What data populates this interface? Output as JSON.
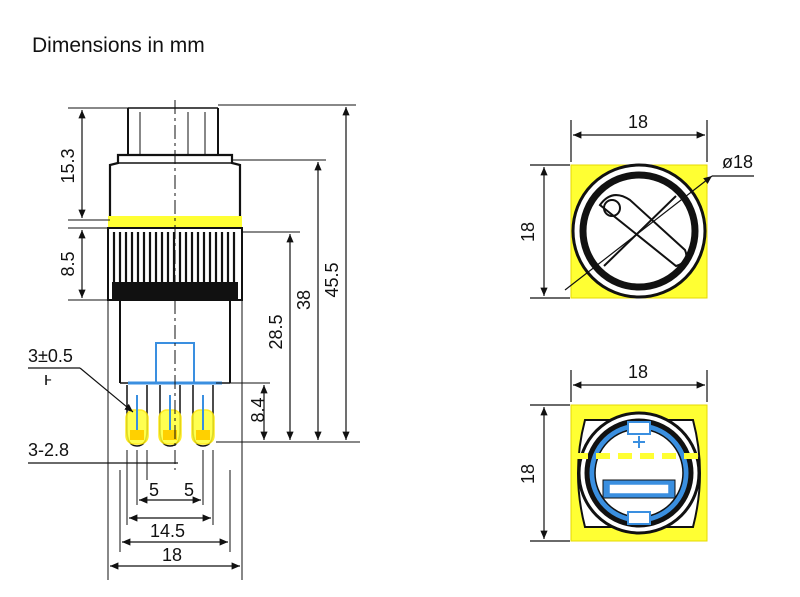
{
  "title": "Dimensions in mm",
  "side_view": {
    "dim_cap_height": "15.3",
    "dim_ring_height": "8.5",
    "dim_body_to_terminal": "28.5",
    "dim_body_total": "38",
    "dim_overall_height": "45.5",
    "dim_terminal_length": "8.4",
    "dim_terminal_width": "3±0.5",
    "dim_terminal_thickness": "3-2.8",
    "dim_pitch_left": "5",
    "dim_pitch_right": "5",
    "dim_terminal_span": "14.5",
    "dim_body_width": "18"
  },
  "top_view": {
    "dim_width": "18",
    "dim_height": "18",
    "dim_diameter": "ø18"
  },
  "bottom_view": {
    "dim_width": "18",
    "dim_height": "18"
  },
  "colors": {
    "highlight_yellow": "#ffff33",
    "terminal_blue": "#3a8fe0",
    "line": "#111111"
  }
}
